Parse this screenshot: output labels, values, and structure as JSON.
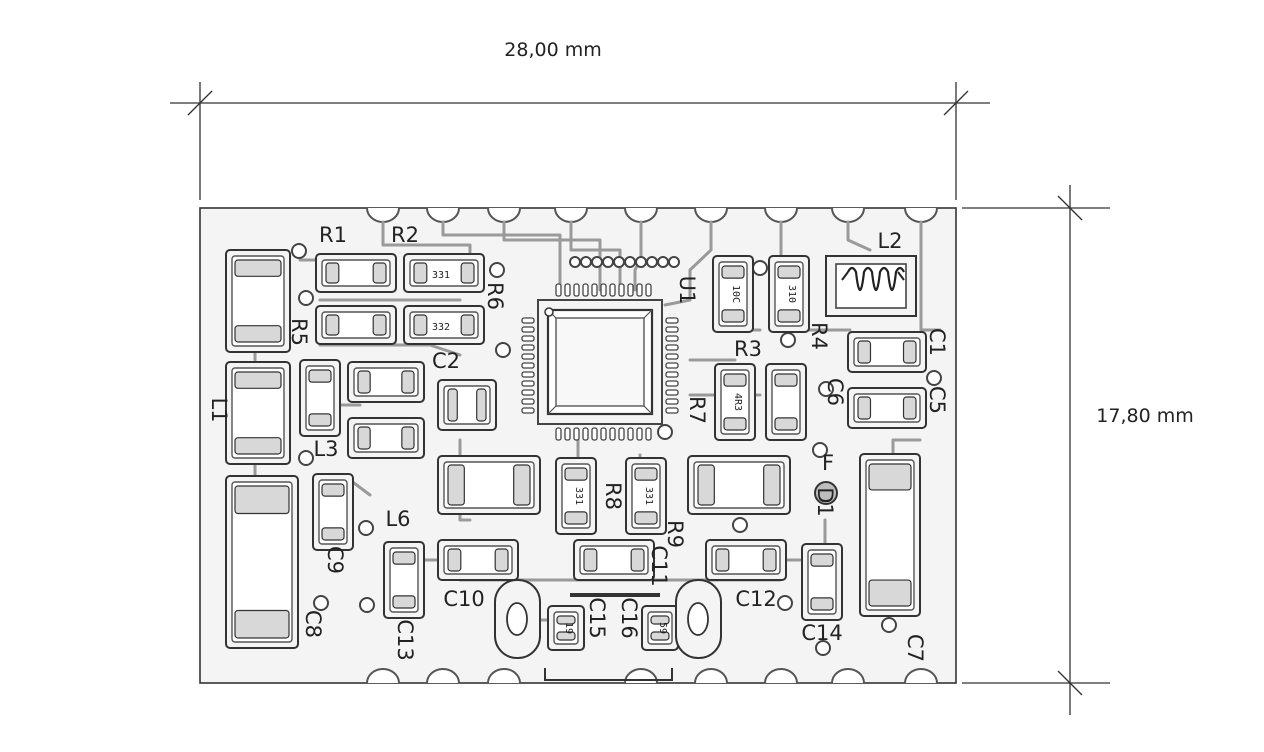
{
  "dimensions": {
    "width_label": "28,00 mm",
    "height_label": "17,80 mm"
  },
  "ic": {
    "designator": "U1"
  },
  "labels": {
    "R1": "R1",
    "R2": "R2",
    "R3": "R3",
    "R4": "R4",
    "R5": "R5",
    "R6": "R6",
    "R7": "R7",
    "R8": "R8",
    "R9": "R9",
    "L1": "L1",
    "L2": "L2",
    "L3": "L3",
    "L6": "L6",
    "C1": "C1",
    "C2": "C2",
    "C5": "C5",
    "C6": "C6",
    "C7": "C7",
    "C8": "C8",
    "C9": "C9",
    "C10": "C10",
    "C11": "C11",
    "C12": "C12",
    "C13": "C13",
    "C14": "C14",
    "C15": "C15",
    "C16": "C16",
    "D1": "D1",
    "F": "F"
  },
  "part_codes": {
    "r1_code": "331",
    "r2_code": "332",
    "r3_code": "10C",
    "r4_code": "310",
    "r7_code": "4R3",
    "r8a_code": "331",
    "r8b_code": "331",
    "c15_code": "19",
    "c16_code": "59"
  }
}
